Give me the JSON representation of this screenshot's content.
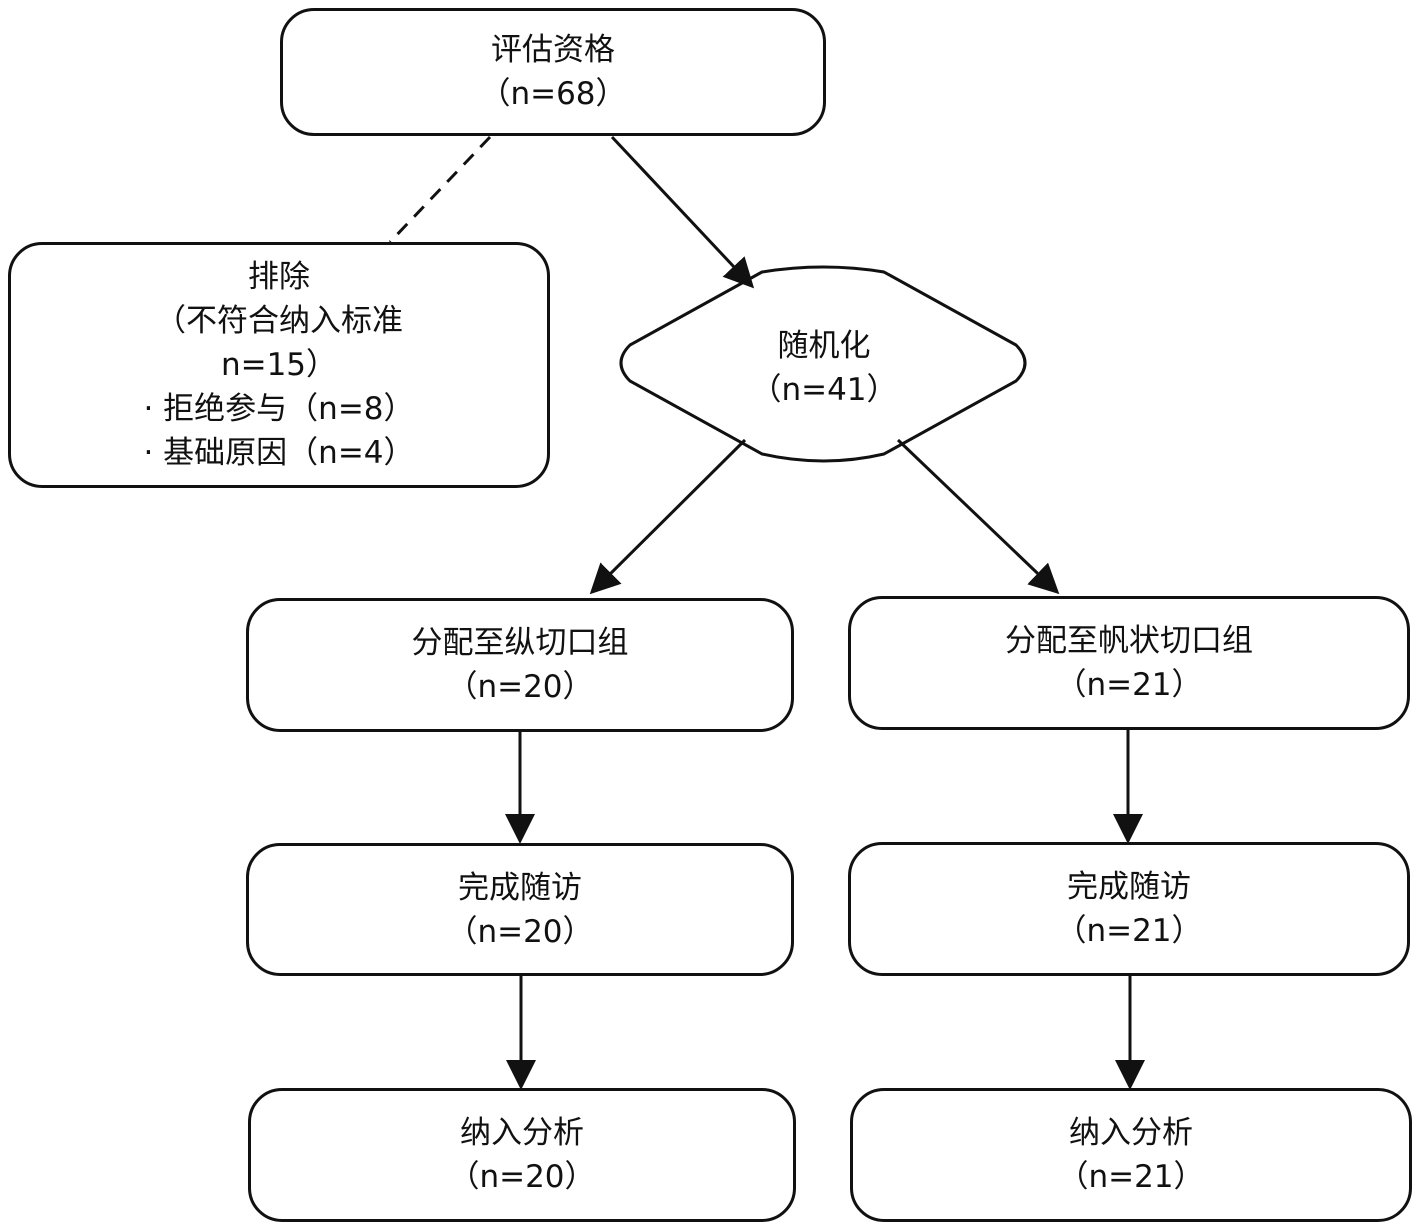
{
  "eligibility": {
    "title": "评估资格",
    "count": "（n=68）"
  },
  "exclusion": {
    "title": "排除",
    "line1": "（不符合纳入标准",
    "line2": "n=15）",
    "reasons": [
      "· 拒绝参与（n=8）",
      "· 基础原因（n=4）"
    ]
  },
  "randomization": {
    "title": "随机化",
    "count": "（n=41）"
  },
  "left_arm": {
    "allocation": {
      "title": "分配至纵切口组",
      "count": "（n=20）"
    },
    "followup": {
      "title": "完成随访",
      "count": "（n=20）"
    },
    "analysis": {
      "title": "纳入分析",
      "count": "（n=20）"
    }
  },
  "right_arm": {
    "allocation": {
      "title": "分配至帆状切口组",
      "count": "（n=21）"
    },
    "followup": {
      "title": "完成随访",
      "count": "（n=21）"
    },
    "analysis": {
      "title": "纳入分析",
      "count": "（n=21）"
    }
  }
}
